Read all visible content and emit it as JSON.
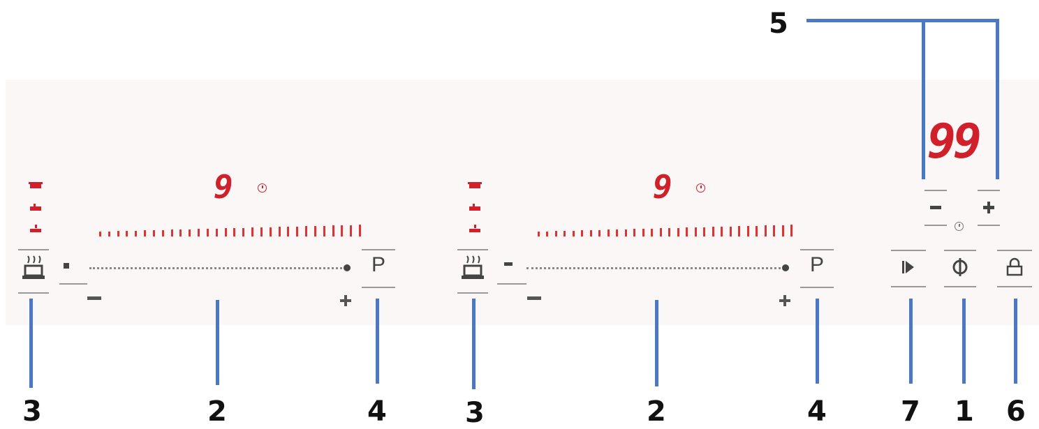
{
  "callouts": {
    "c1": "3",
    "c2": "2",
    "c3": "4",
    "c4": "3",
    "c5": "2",
    "c6": "4",
    "c7": "7",
    "c8": "1",
    "c9": "6",
    "c10": "5"
  },
  "displays": {
    "zone_left_level": "9",
    "zone_right_level": "9",
    "timer": "99"
  },
  "keys": {
    "program_left": "P",
    "program_right": "P"
  },
  "icons": [
    "pot-keep-warm-icon",
    "clock-icon",
    "pause-icon",
    "power-icon",
    "lock-icon"
  ],
  "colors": {
    "display": "#d0202a",
    "callout_line": "#4a78c4"
  }
}
